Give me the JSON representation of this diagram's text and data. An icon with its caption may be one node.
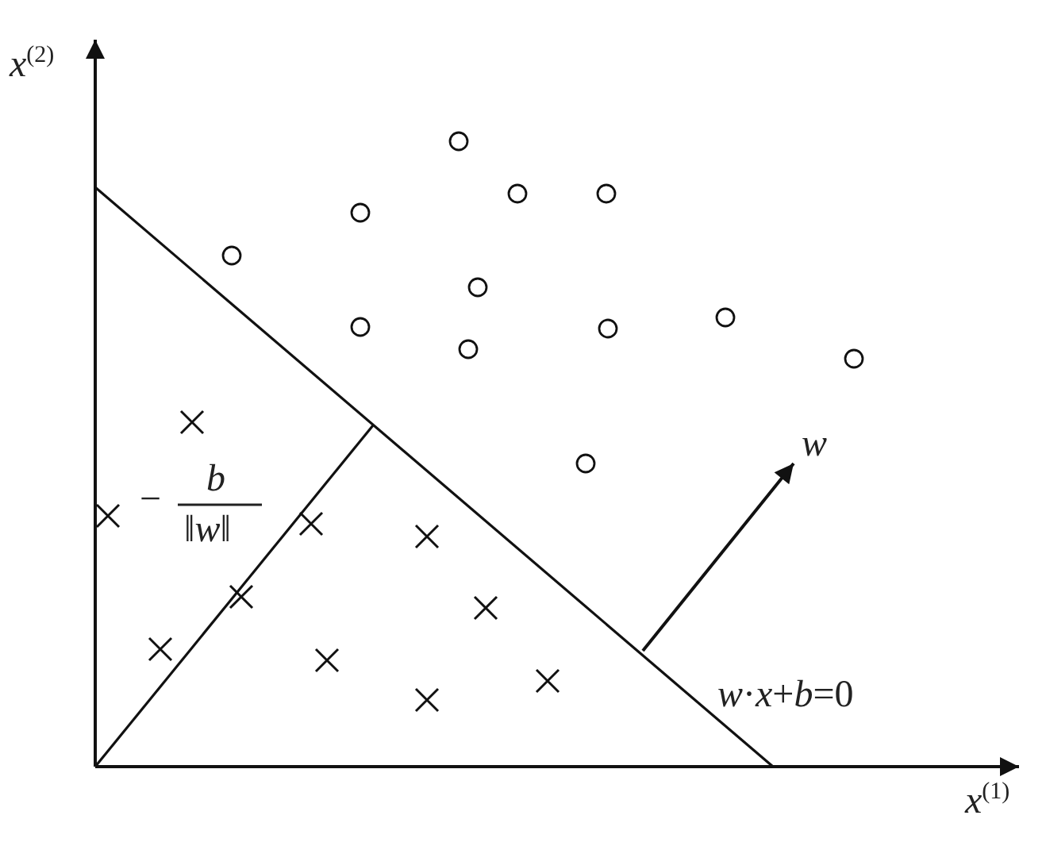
{
  "diagram": {
    "labels": [
      "*x*$^{(2)}$",
      "*w*",
      "−",
      "*b*",
      "‖*w*‖",
      "*w*·*x*+*b*=0",
      "*x*$^{(1)}$"
    ]
  }
}
